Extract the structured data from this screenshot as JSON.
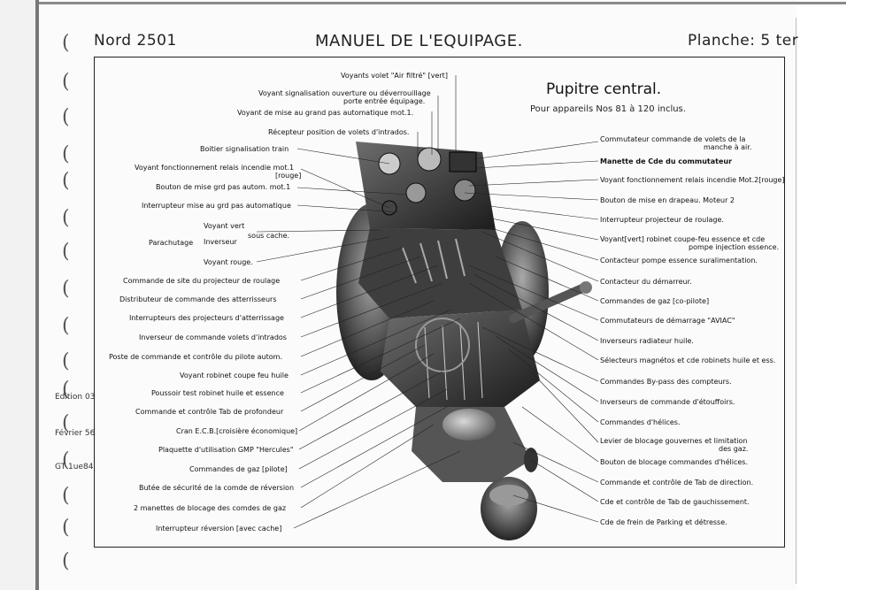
{
  "header": {
    "left": "Nord 2501",
    "center": "MANUEL DE L'EQUIPAGE.",
    "right": "Planche: 5 ter"
  },
  "title": "Pupitre central.",
  "subtitle": "Pour appareils Nos 81 à 120 inclus.",
  "margin_notes": [
    "Edition 03",
    "Février 56",
    "GT 1ue84"
  ],
  "top_labels": [
    "Voyants volet \"Air filtré\" [vert]",
    "Voyant signalisation ouverture ou déverrouillage",
    "porte entrée équipage.",
    "Voyant de mise au grand pas automatique mot.1.",
    "Récepteur position de volets d'intrados."
  ],
  "left_labels": [
    "Boitier signalisation train",
    "Voyant fonctionnement relais incendie mot.1",
    "[rouge]",
    "Bouton de mise grd pas autom. mot.1",
    "Interrupteur mise au grd pas automatique",
    "Voyant vert",
    "Inverseur",
    "sous cache.",
    "Parachutage",
    "Voyant rouge.",
    "Commande de site du projecteur de roulage",
    "Distributeur de commande des atterrisseurs",
    "Interrupteurs des projecteurs d'atterrissage",
    "Inverseur de commande volets d'intrados",
    "Poste de commande et contrôle du pilote autom.",
    "Voyant robinet coupe feu huile",
    "Poussoir test robinet huile et essence",
    "Commande et contrôle Tab de profondeur",
    "Cran E.C.B.[croisière économique]",
    "Plaquette d'utilisation GMP \"Hercules\"",
    "Commandes de gaz [pilote]",
    "Butée de sécurité de la comde de réversion",
    "2 manettes de blocage des comdes de gaz",
    "Interrupteur réversion [avec cache]"
  ],
  "right_labels": [
    "Commutateur commande de volets de la",
    "manche à air.",
    "Manette de Cde du commutateur",
    "Voyant fonctionnement relais incendie Mot.2[rouge]",
    "Bouton de mise en drapeau. Moteur 2",
    "Interrupteur projecteur de roulage.",
    "Voyant[vert] robinet coupe-feu essence et cde",
    "pompe injection essence.",
    "Contacteur pompe essence suralimentation.",
    "Contacteur du démarreur.",
    "Commandes de gaz [co-pilote]",
    "Commutateurs de démarrage \"AVIAC\"",
    "Inverseurs radiateur huile.",
    "Sélecteurs magnétos et cde robinets huile et ess.",
    "Commandes By-pass des compteurs.",
    "Inverseurs de commande d'étouffoirs.",
    "Commandes d'hélices.",
    "Levier de blocage gouvernes et limitation",
    "des gaz.",
    "Bouton de blocage commandes d'hélices.",
    "Commande et contrôle de Tab de direction.",
    "Cde et contrôle de Tab de gauchissement.",
    "Cde de frein de Parking et détresse."
  ]
}
